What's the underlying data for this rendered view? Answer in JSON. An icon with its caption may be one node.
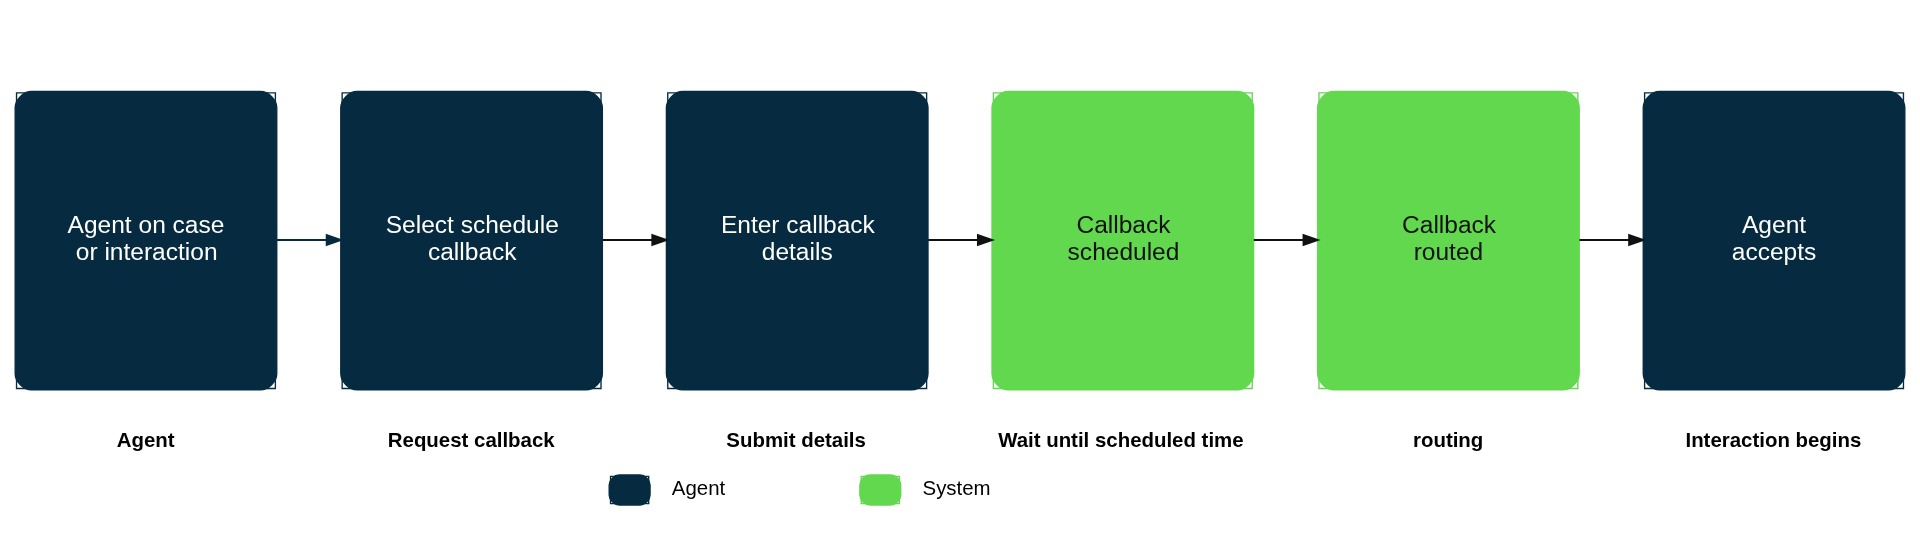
{
  "diagram": {
    "nodes": [
      {
        "text": [
          "Agent on case or interaction"
        ],
        "beside": [
          "Agent"
        ]
      },
      {
        "text": [
          "Select schedule callback"
        ],
        "beside": [
          "Request callback"
        ]
      },
      {
        "text": [
          "Enter callback details"
        ],
        "beside": [
          "Submit details"
        ]
      },
      {
        "text": [
          "Callback scheduled"
        ],
        "beside": [
          "Wait until scheduled time"
        ]
      },
      {
        "text": [
          "Callback routed"
        ],
        "beside": [
          "routing"
        ]
      },
      {
        "text": [
          "Agent accepts"
        ],
        "beside": [
          "Interaction begins"
        ]
      }
    ],
    "edges": [
      {
        "from": 0,
        "to": 1,
        "arrow": "to",
        "color": "#062b41"
      },
      {
        "from": 1,
        "to": 2,
        "arrow": "to"
      },
      {
        "from": 2,
        "to": 3,
        "arrow": "to"
      },
      {
        "from": 3,
        "to": 4,
        "arrow": "to"
      },
      {
        "from": 4,
        "to": 5,
        "arrow": "to"
      }
    ],
    "legend": [
      {
        "text": "Agent",
        "color": "#062b41"
      },
      {
        "text": "System",
        "color": "#62d84e"
      }
    ]
  }
}
